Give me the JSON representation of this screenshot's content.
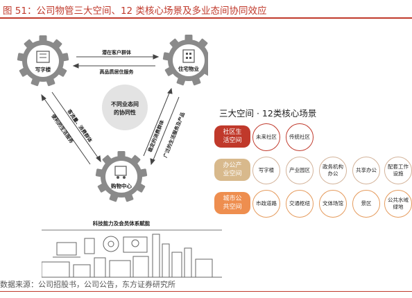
{
  "header": {
    "title": "图 51：公司物管三大空间、12 类核心场景及多业态间协同效应",
    "source": "数据来源：公司招股书，公司公告，东方证券研究所"
  },
  "diagram": {
    "gear_top_left": "写字楼",
    "gear_top_right": "住宅物业",
    "gear_bottom": "购物中心",
    "center_text": [
      "不同业态间",
      "的协同性"
    ],
    "arrow_top_right": "潜在客户群体",
    "arrow_top_left": "高品质居住服务",
    "left_outer": "客流量、消费群体",
    "left_inner": "便利的生活服务",
    "right_outer": "稳定的消费群体",
    "right_inner": "广泛的生活服务及产品",
    "footer_label": "科技能力及会员体系赋能"
  },
  "panel": {
    "title": "三大空间 · 12类核心场景",
    "colors": {
      "red": "#c0392b",
      "tan": "#d8b98c",
      "orange": "#ee8e4f"
    },
    "rows": [
      {
        "category": "社区生活空间",
        "scenes": [
          "未来社区",
          "传统社区"
        ]
      },
      {
        "category": "办公产业空间",
        "scenes": [
          "写字楼",
          "产业园区",
          "政务机构办公",
          "共享办公",
          "配套工作设施"
        ]
      },
      {
        "category": "城市公共空间",
        "scenes": [
          "市政道路",
          "交通枢纽",
          "文体场馆",
          "景区",
          "公共水域绿地"
        ]
      }
    ]
  }
}
